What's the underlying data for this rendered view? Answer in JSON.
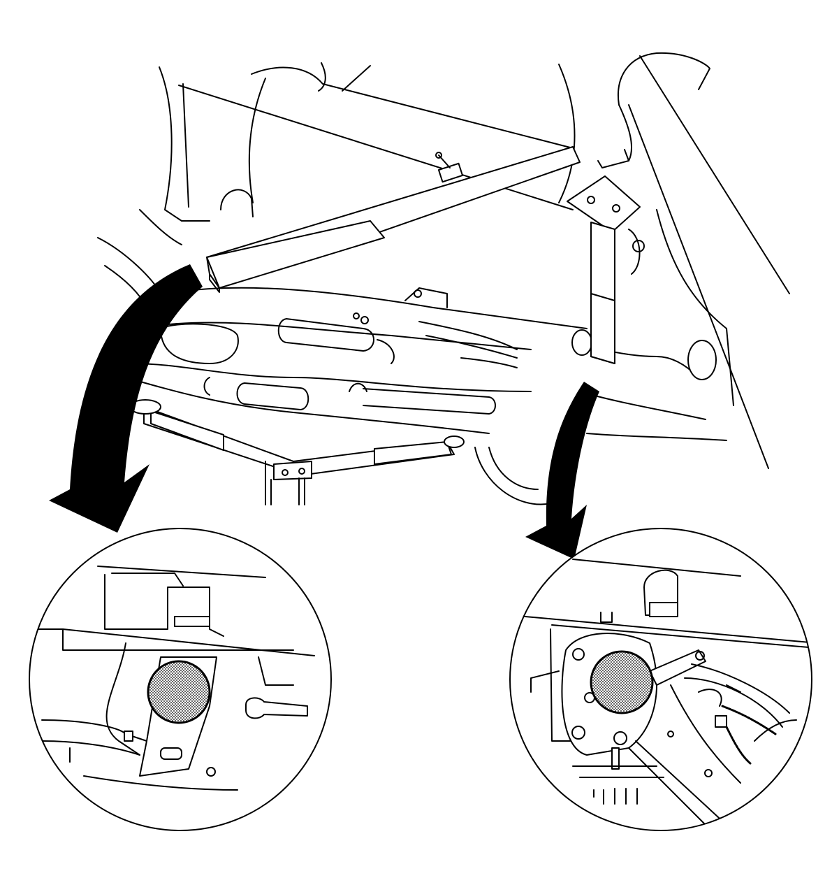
{
  "colors": {
    "line": "#000000",
    "background": "#ffffff",
    "lift_pad_fill": "#9a9a9a"
  },
  "icons": [
    "vehicle-underbody",
    "lift-arm",
    "lift-pad",
    "pointer-arrow",
    "detail-magnifier"
  ]
}
